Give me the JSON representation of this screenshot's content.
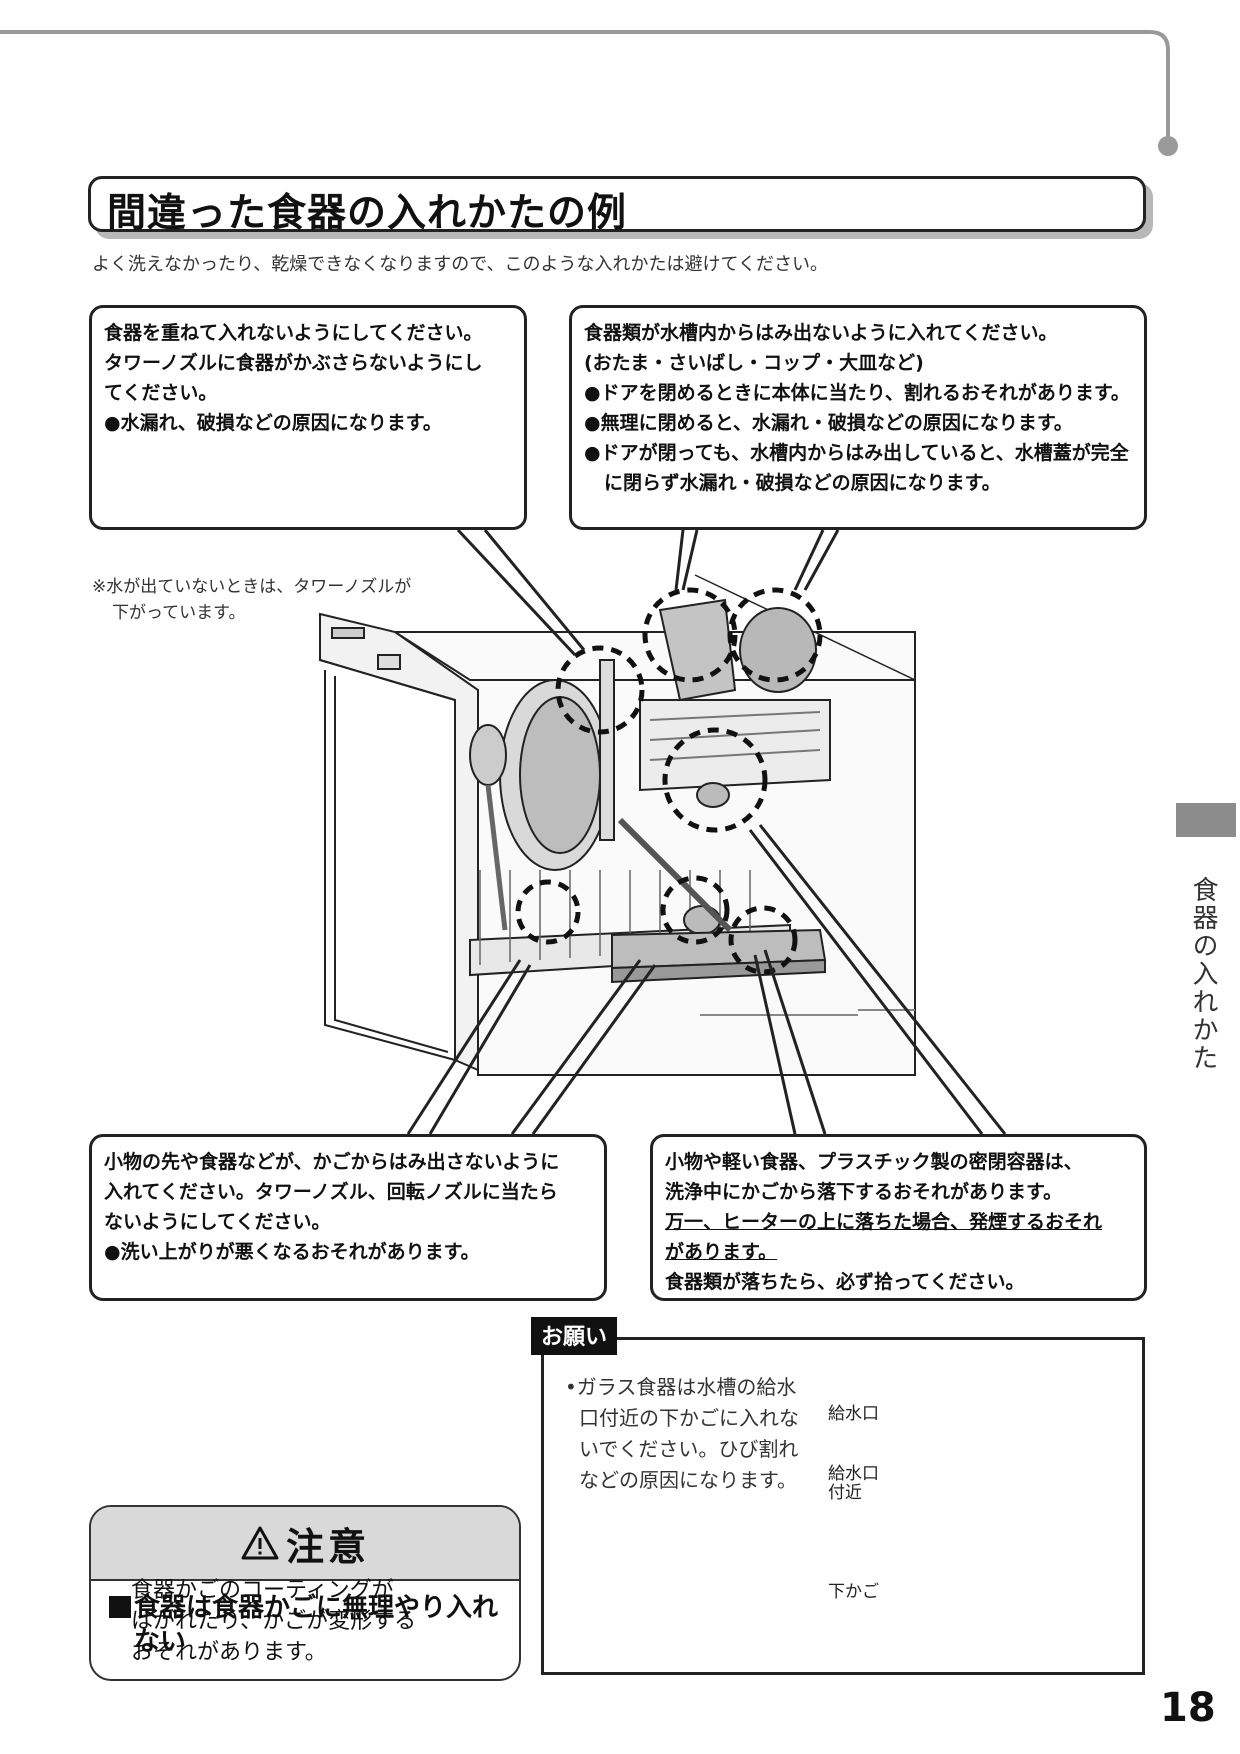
{
  "page": {
    "title": "間違った食器の入れかたの例",
    "lead": "よく洗えなかったり、乾燥できなくなりますので、このような入れかたは避けてください。",
    "side_tab": "食器の入れかた",
    "page_number": "18"
  },
  "callouts": {
    "top_left": {
      "line1": "食器を重ねて入れないようにしてください。",
      "line2": "タワーノズルに食器がかぶさらないようにし",
      "line3": "てください。",
      "bullet": "●水漏れ、破損などの原因になります。"
    },
    "top_right": {
      "line1": "食器類が水槽内からはみ出ないように入れてください。",
      "line2": "(おたま・さいばし・コップ・大皿など)",
      "bullet1": "●ドアを閉めるときに本体に当たり、割れるおそれがあります。",
      "bullet2": "●無理に閉めると、水漏れ・破損などの原因になります。",
      "bullet3": "●ドアが閉っても、水槽内からはみ出していると、水槽蓋が完全に閉らず水漏れ・破損などの原因になります。"
    },
    "bottom_left": {
      "line1": "小物の先や食器などが、かごからはみ出さないように",
      "line2": "入れてください。タワーノズル、回転ノズルに当たら",
      "line3": "ないようにしてください。",
      "bullet": "●洗い上がりが悪くなるおそれがあります。"
    },
    "bottom_right": {
      "line1": "小物や軽い食器、プラスチック製の密閉容器は、",
      "line2": "洗浄中にかごから落下するおそれがあります。",
      "underline1": "万一、ヒーターの上に落ちた場合、発煙するおそれ",
      "underline2": "があります。",
      "line3": "食器類が落ちたら、必ず拾ってください。"
    }
  },
  "water_note": {
    "line1": "※水が出ていないときは、タワーノズルが",
    "line2": "下がっています。"
  },
  "caution": {
    "heading": "注意",
    "rule_line1": "食器は食器かごに無理やり入れ",
    "rule_line2": "ない",
    "body_line1": "食器かごのコーティングが",
    "body_line2": "はがれたり、かごが変形する",
    "body_line3": "おそれがあります。"
  },
  "request": {
    "tag": "お願い",
    "line1": "•ガラス食器は水槽の給水",
    "line2": "口付近の下かごに入れな",
    "line3": "いでください。ひび割れ",
    "line4": "などの原因になります。",
    "label_inlet": "給水口",
    "label_near1": "給水口",
    "label_near2": "付近",
    "label_lower_basket": "下かご"
  },
  "icons": [
    "warning-triangle-icon",
    "prohibition-icon"
  ]
}
